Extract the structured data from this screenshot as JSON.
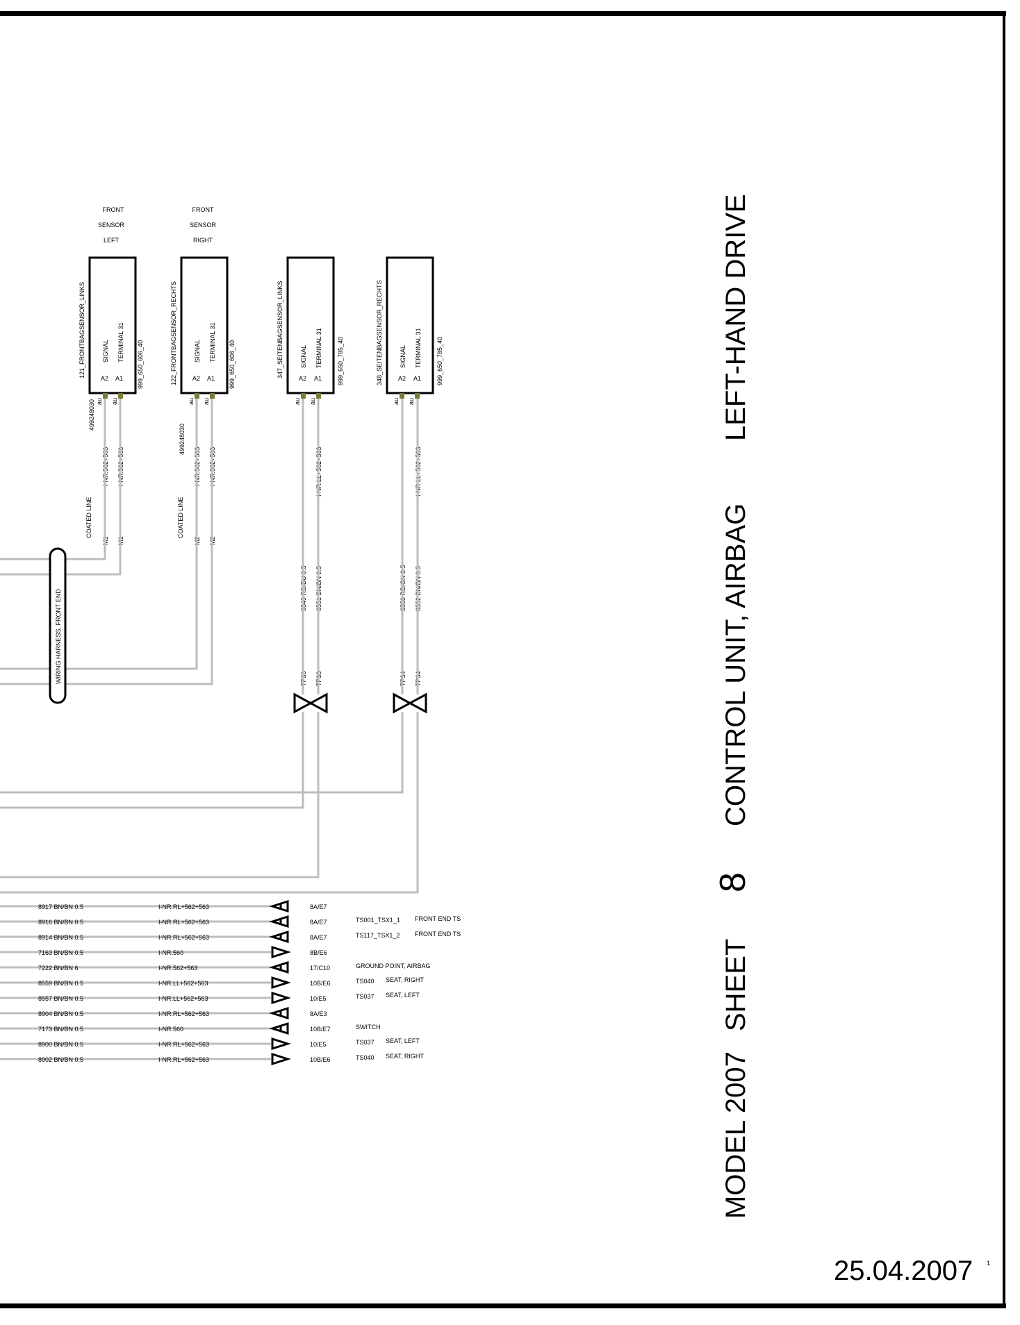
{
  "title": {
    "model": "MODEL 2007",
    "sheet_word": "SHEET",
    "sheet_number": "8",
    "name": "CONTROL UNIT, AIRBAG",
    "variant": "LEFT-HAND DRIVE"
  },
  "date": "25.04.2007",
  "page_mark": "1",
  "harness_label": "WIRING HARNESS, FRONT END",
  "components": [
    {
      "id": "121_FRONTBAGSENSOR_LINKS",
      "part": "999_650_606_40",
      "header": [
        "FRONT",
        "SENSOR",
        "LEFT"
      ],
      "pins": [
        "SIGNAL",
        "TERMINAL 31"
      ],
      "pin_ids": [
        "A2",
        "A1"
      ],
      "terminal": "au",
      "code": "499248030",
      "wires": [
        "I-NR.562+563",
        "I-NR.562+563"
      ],
      "line_note": "COATED LINE",
      "m_labels": [
        "M1",
        "M1"
      ]
    },
    {
      "id": "122_FRONTBAGSENSOR_RECHTS",
      "part": "999_650_606_40",
      "header": [
        "FRONT",
        "SENSOR",
        "RIGHT"
      ],
      "pins": [
        "SIGNAL",
        "TERMINAL 31"
      ],
      "pin_ids": [
        "A2",
        "A1"
      ],
      "terminal": "au",
      "code": "499248030",
      "wires": [
        "I-NR.562+563",
        "I-NR.562+563"
      ],
      "line_note": "COATED LINE",
      "m_labels": [
        "M2",
        "M2"
      ]
    },
    {
      "id": "347_SEITENBAGSENSOR_LINKS",
      "part": "999_650_785_40",
      "header": [],
      "pins": [
        "SIGNAL",
        "TERMINAL 31"
      ],
      "pin_ids": [
        "A2",
        "A1"
      ],
      "terminal": "au",
      "code": "",
      "wires": [
        "I-NR.LL+562+563"
      ],
      "wire_colors": [
        "8549 RD/BU 0.5",
        "8551 BN/BN 0.5"
      ],
      "tp": "TP33"
    },
    {
      "id": "348_SEITENBAGSENSOR_RECHTS",
      "part": "999_650_785_40",
      "header": [],
      "pins": [
        "SIGNAL",
        "TERMINAL 31"
      ],
      "pin_ids": [
        "A2",
        "A1"
      ],
      "terminal": "au",
      "code": "",
      "wires": [
        "I-NR.LL+562+563"
      ],
      "wire_colors": [
        "8550 RD/GN 0.5",
        "8552 BN/BN 0.5"
      ],
      "tp": "TP34"
    }
  ],
  "wire_list": [
    {
      "wire": "8917 BN/BN 0.5",
      "spec": "I-NR.RL+562+563",
      "dir": "left",
      "ref": "8A/E7",
      "ts": "",
      "dest": ""
    },
    {
      "wire": "8916 BN/BN 0.5",
      "spec": "I-NR.RL+562+563",
      "dir": "left",
      "ref": "8A/E7",
      "ts": "TS001_TSX1_1",
      "dest": "FRONT END TS"
    },
    {
      "wire": "8914 BN/BN 0.5",
      "spec": "I-NR.RL+562+563",
      "dir": "left",
      "ref": "8A/E7",
      "ts": "TS117_TSX1_2",
      "dest": "FRONT END TS"
    },
    {
      "wire": "7163 BN/BN 0.5",
      "spec": "I-NR.560",
      "dir": "right",
      "ref": "8B/E6",
      "ts": "",
      "dest": ""
    },
    {
      "wire": "7222 BN/BN 6",
      "spec": "I-NR.562+563",
      "dir": "left",
      "ref": "17/C10",
      "ts": "GROUND POINT, AIRBAG",
      "dest": ""
    },
    {
      "wire": "8559 BN/BN 0.5",
      "spec": "I-NR.LL+562+563",
      "dir": "right",
      "ref": "10B/E6",
      "ts": "TS040",
      "dest": "SEAT, RIGHT"
    },
    {
      "wire": "8557 BN/BN 0.5",
      "spec": "I-NR.LL+562+563",
      "dir": "right",
      "ref": "10/E5",
      "ts": "TS037",
      "dest": "SEAT, LEFT"
    },
    {
      "wire": "8904 BN/BN 0.5",
      "spec": "I-NR.RL+562+563",
      "dir": "left",
      "ref": "8A/E3",
      "ts": "",
      "dest": ""
    },
    {
      "wire": "7173 BN/BN 0.5",
      "spec": "I-NR.560",
      "dir": "left",
      "ref": "10B/E7",
      "ts": "SWITCH",
      "dest": ""
    },
    {
      "wire": "8900 BN/BN 0.5",
      "spec": "I-NR.RL+562+563",
      "dir": "right",
      "ref": "10/E5",
      "ts": "TS037",
      "dest": "SEAT, LEFT"
    },
    {
      "wire": "8902 BN/BN 0.5",
      "spec": "I-NR.RL+562+563",
      "dir": "right",
      "ref": "10B/E6",
      "ts": "TS040",
      "dest": "SEAT, RIGHT"
    }
  ]
}
